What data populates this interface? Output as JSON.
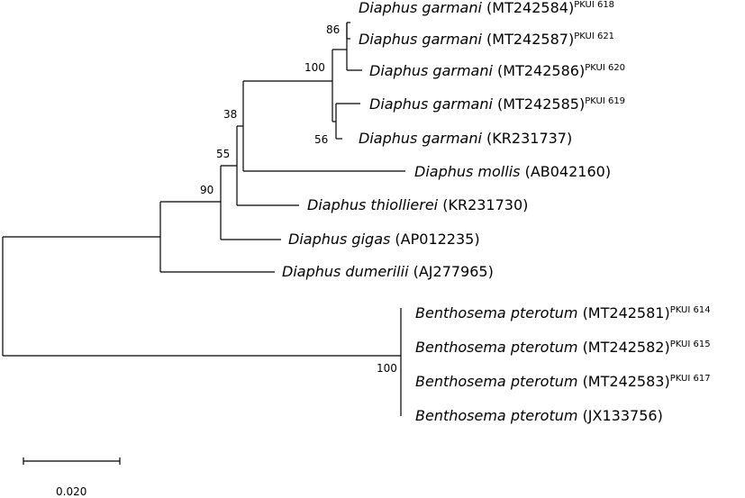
{
  "taxa": [
    {
      "species": "Diaphus garmani",
      "accession": "(MT242584)",
      "voucher": "PKUI 618"
    },
    {
      "species": "Diaphus garmani",
      "accession": "(MT242587)",
      "voucher": "PKUI 621"
    },
    {
      "species": "Diaphus garmani",
      "accession": "(MT242586)",
      "voucher": "PKUI 620"
    },
    {
      "species": "Diaphus garmani",
      "accession": "(MT242585)",
      "voucher": "PKUI 619"
    },
    {
      "species": "Diaphus garmani",
      "accession": "(KR231737)",
      "voucher": ""
    },
    {
      "species": "Diaphus mollis",
      "accession": "(AB042160)",
      "voucher": ""
    },
    {
      "species": "Diaphus thiollierei",
      "accession": "(KR231730)",
      "voucher": ""
    },
    {
      "species": "Diaphus gigas",
      "accession": "(AP012235)",
      "voucher": ""
    },
    {
      "species": "Diaphus dumerilii",
      "accession": "(AJ277965)",
      "voucher": ""
    },
    {
      "species": "Benthosema pterotum",
      "accession": "(MT242581)",
      "voucher": "PKUI 614"
    },
    {
      "species": "Benthosema pterotum",
      "accession": "(MT242582)",
      "voucher": "PKUI 615"
    },
    {
      "species": "Benthosema pterotum",
      "accession": "(MT242583)",
      "voucher": "PKUI 617"
    },
    {
      "species": "Benthosema pterotum",
      "accession": "(JX133756)",
      "voucher": ""
    }
  ],
  "bootstrap": {
    "n86": "86",
    "n100_garmani": "100",
    "n56": "56",
    "n38": "38",
    "n55": "55",
    "n90": "90",
    "n100_benthosema": "100"
  },
  "scale_bar": {
    "label": "0.020"
  }
}
